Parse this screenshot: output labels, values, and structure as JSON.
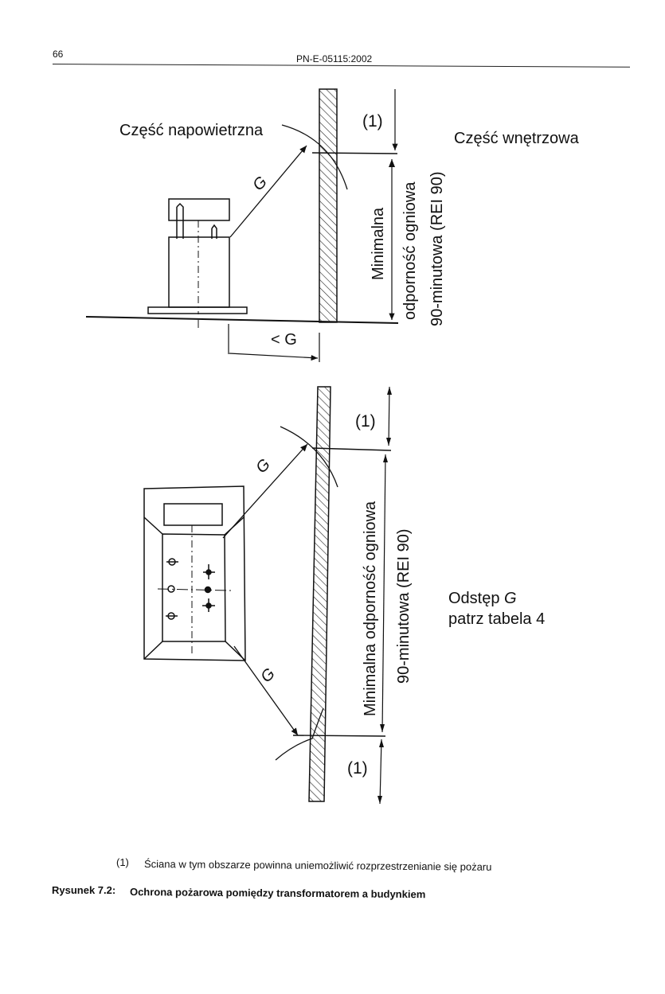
{
  "header": {
    "page_number": "66",
    "standard_id": "PN-E-05115:2002"
  },
  "figure_top": {
    "outdoor_label": "Część napowietrzna",
    "indoor_label": "Część wnętrzowa",
    "zone_marker": "(1)",
    "distance_label": "G",
    "clearance_label": "< G",
    "fire_resistance_line1": "Minimalna",
    "fire_resistance_line2": "odporność ogniowa",
    "fire_resistance_line3": "90-minutowa (REI 90)"
  },
  "figure_bottom": {
    "zone_marker_top": "(1)",
    "zone_marker_bottom": "(1)",
    "distance_label_upper": "G",
    "distance_label_lower": "G",
    "fire_resistance_line1": "Minimalna odporność ogniowa",
    "fire_resistance_line2": "90-minutowa (REI 90)",
    "note_line1": "Odstęp",
    "note_var": "G",
    "note_line2": "patrz tabela 4"
  },
  "footnote": {
    "marker": "(1)",
    "text": "Ściana w tym obszarze powinna uniemożliwić rozprzestrzenianie się pożaru"
  },
  "caption": {
    "label": "Rysunek 7.2:",
    "title": "Ochrona pożarowa pomiędzy transformatorem a budynkiem"
  }
}
